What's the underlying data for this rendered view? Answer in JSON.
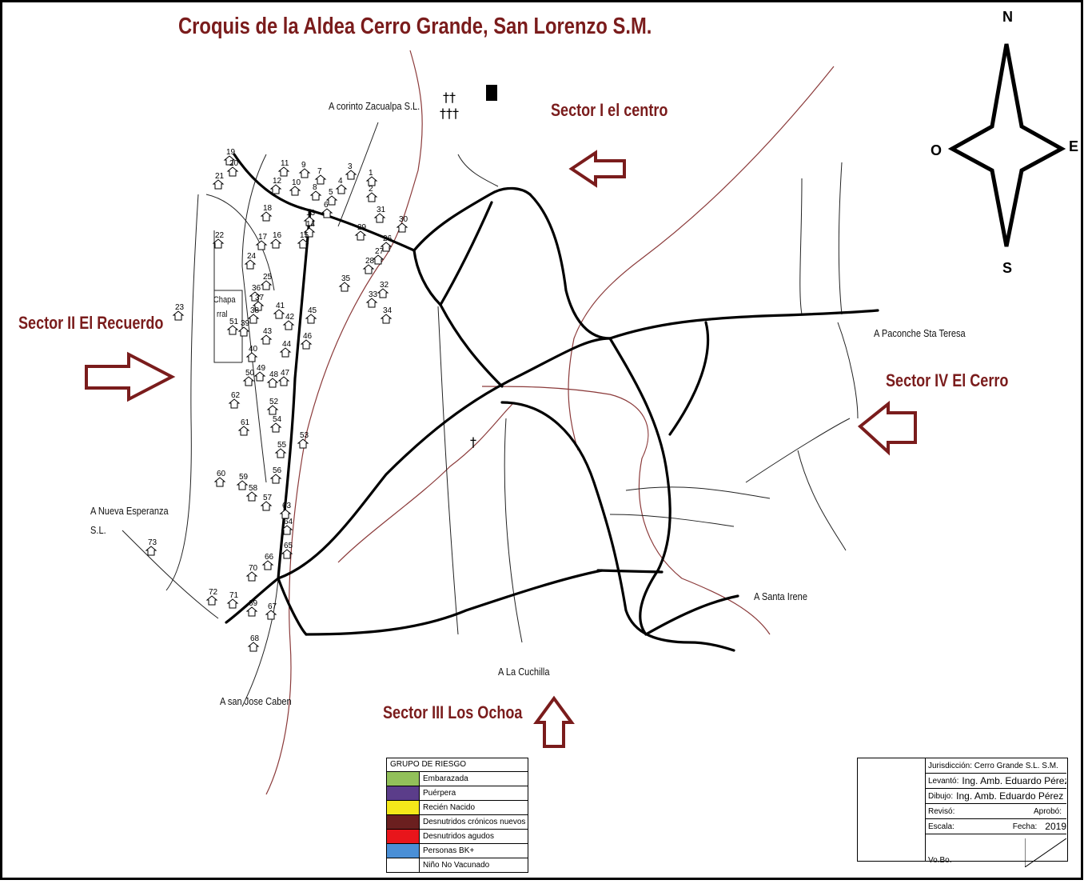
{
  "title": "Croquis  de la Aldea Cerro Grande, San Lorenzo S.M.",
  "sectors": {
    "s1": "Sector I el centro",
    "s2": "Sector II El Recuerdo",
    "s3": "Sector III Los Ochoa",
    "s4": "Sector IV El Cerro"
  },
  "destinations": {
    "corinto": "A corinto Zacualpa S.L.",
    "paconche": "A Paconche Sta Teresa",
    "nueva_esperanza_1": "A Nueva Esperanza",
    "nueva_esperanza_2": "S.L.",
    "san_jose": "A san Jose Caben",
    "cuchilla": "A La Cuchilla",
    "santa_irene": "A Santa Irene"
  },
  "compass": {
    "n": "N",
    "s": "S",
    "e": "E",
    "o": "O"
  },
  "chaparral": [
    "Chapa",
    "rral"
  ],
  "legend": {
    "header": "GRUPO DE RIESGO",
    "items": [
      {
        "label": "Embarazada",
        "color": "#92c05a"
      },
      {
        "label": "Puérpera",
        "color": "#5b3d8a"
      },
      {
        "label": "Recién Nacido",
        "color": "#f5e81a"
      },
      {
        "label": "Desnutridos crónicos nuevos",
        "color": "#6b1f1f"
      },
      {
        "label": "Desnutridos agudos",
        "color": "#e8151b"
      },
      {
        "label": "Personas BK+",
        "color": "#4a8fd6"
      },
      {
        "label": "Niño No Vacunado",
        "color": "#ffffff"
      }
    ]
  },
  "titleblock": {
    "jurisdiccion": "Jurisdicción: Cerro Grande S.L. S.M.",
    "levanto_label": "Levantó:",
    "levanto": "Ing. Amb. Eduardo Pérez",
    "dibujo_label": "Dibujo:",
    "dibujo": "Ing. Amb. Eduardo Pérez",
    "reviso": "Revisó:",
    "aprobo": "Aprobó:",
    "escala": "Escala:",
    "fecha_label": "Fecha:",
    "fecha": "2019",
    "vobo": "Vo.Bo."
  },
  "houses": [
    [
      "1",
      "1"
    ],
    [
      "2",
      "2"
    ],
    [
      "3",
      "3"
    ],
    [
      "4",
      "4"
    ],
    [
      "5",
      "5"
    ],
    [
      "6",
      "6"
    ],
    [
      "7",
      "7"
    ],
    [
      "8",
      "8"
    ],
    [
      "9",
      "9"
    ],
    [
      "10",
      "10"
    ],
    [
      "11",
      "11"
    ],
    [
      "12",
      "12"
    ],
    [
      "13",
      "13"
    ],
    [
      "14",
      "14"
    ],
    [
      "15",
      "15"
    ],
    [
      "16",
      "16"
    ],
    [
      "17",
      "17"
    ],
    [
      "18",
      "18"
    ],
    [
      "19",
      "19"
    ],
    [
      "20",
      "20"
    ],
    [
      "21",
      "21"
    ],
    [
      "22",
      "22"
    ],
    [
      "23",
      "23"
    ],
    [
      "24",
      "24"
    ],
    [
      "25",
      "25"
    ],
    [
      "26",
      "26"
    ],
    [
      "27",
      "27"
    ],
    [
      "28",
      "28"
    ],
    [
      "29",
      "29"
    ],
    [
      "30",
      "30"
    ],
    [
      "31",
      "31"
    ],
    [
      "32",
      "32"
    ],
    [
      "33",
      "33"
    ],
    [
      "34",
      "34"
    ],
    [
      "35",
      "35"
    ],
    [
      "36",
      "36"
    ],
    [
      "37",
      "37"
    ],
    [
      "38",
      "38"
    ],
    [
      "39",
      "39"
    ],
    [
      "40",
      "40"
    ],
    [
      "41",
      "41"
    ],
    [
      "42",
      "42"
    ],
    [
      "43",
      "43"
    ],
    [
      "44",
      "44"
    ],
    [
      "45",
      "45"
    ],
    [
      "46",
      "46"
    ],
    [
      "47",
      "47"
    ],
    [
      "48",
      "48"
    ],
    [
      "49",
      "49"
    ],
    [
      "50",
      "50"
    ],
    [
      "51",
      "51"
    ],
    [
      "52",
      "52"
    ],
    [
      "53",
      "53"
    ],
    [
      "54",
      "54"
    ],
    [
      "55",
      "55"
    ],
    [
      "56",
      "56"
    ],
    [
      "57",
      "57"
    ],
    [
      "58",
      "58"
    ],
    [
      "59",
      "59"
    ],
    [
      "60",
      "60"
    ],
    [
      "61",
      "61"
    ],
    [
      "62",
      "62"
    ],
    [
      "63",
      "63"
    ],
    [
      "64",
      "64"
    ],
    [
      "65",
      "65"
    ],
    [
      "66",
      "66"
    ],
    [
      "67",
      "67"
    ],
    [
      "68",
      "68"
    ],
    [
      "69",
      "69"
    ],
    [
      "70",
      "70"
    ],
    [
      "71",
      "71"
    ],
    [
      "72",
      "72"
    ],
    [
      "73",
      "73"
    ]
  ]
}
